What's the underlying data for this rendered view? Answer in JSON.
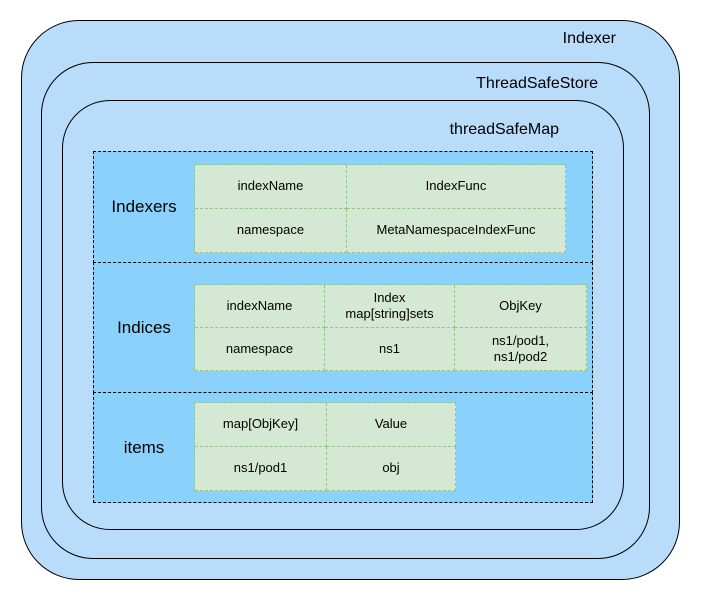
{
  "containers": [
    {
      "label": "Indexer"
    },
    {
      "label": "ThreadSafeStore"
    },
    {
      "label": "threadSafeMap"
    }
  ],
  "sections": [
    {
      "label": "Indexers",
      "table": {
        "rows": [
          [
            "indexName",
            "IndexFunc"
          ],
          [
            "namespace",
            "MetaNamespaceIndexFunc"
          ]
        ]
      }
    },
    {
      "label": "Indices",
      "table": {
        "rows": [
          [
            "indexName",
            "Index\nmap[string]sets",
            "ObjKey"
          ],
          [
            "namespace",
            "ns1",
            "ns1/pod1,\nns1/pod2"
          ]
        ]
      }
    },
    {
      "label": "items",
      "table": {
        "rows": [
          [
            "map[ObjKey]",
            "Value"
          ],
          [
            "ns1/pod1",
            "obj"
          ]
        ]
      }
    }
  ],
  "colors": {
    "ring_fill": "#b9dcfb",
    "section_fill": "#8ad2fb",
    "cell_fill": "#d5e8d4",
    "cell_border": "#93c58b",
    "outline": "#000000",
    "text": "#000000"
  }
}
